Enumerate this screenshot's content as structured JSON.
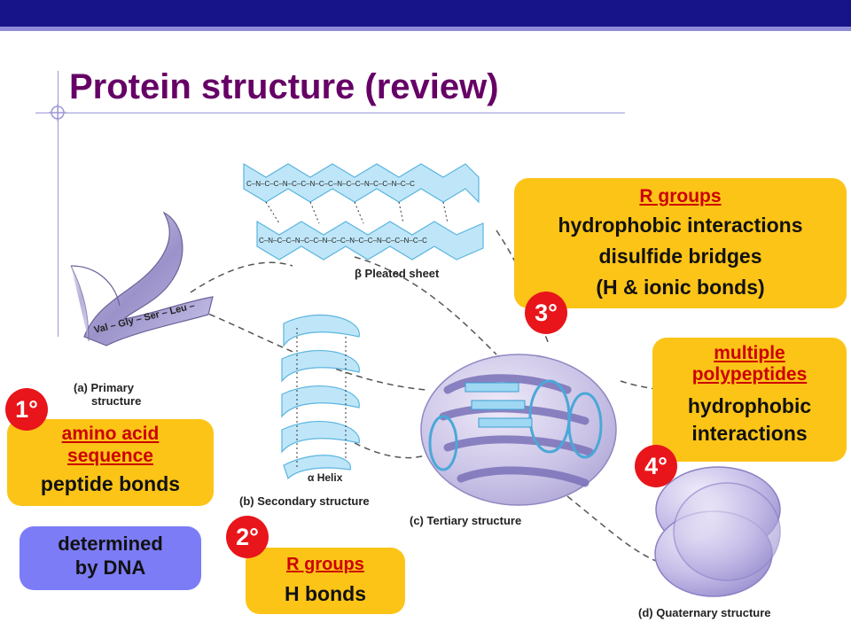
{
  "slide": {
    "title": "Protein structure (review)",
    "accent_color": "#17148a",
    "title_color": "#660066"
  },
  "figure": {
    "primary_label_1": "(a) Primary",
    "primary_label_2": "structure",
    "peptide_chain": "Val – Gly – Ser – Leu –",
    "pleated_label": "β Pleated sheet",
    "helix_label": "α Helix",
    "secondary_label": "(b) Secondary structure",
    "tertiary_label": "(c) Tertiary structure",
    "quaternary_label": "(d) Quaternary structure"
  },
  "callouts": {
    "primary": {
      "badge": "1°",
      "heading_1": "amino acid",
      "heading_2": "sequence",
      "detail": "peptide bonds",
      "color": "#fcc417"
    },
    "dna": {
      "line_1": "determined",
      "line_2": "by DNA",
      "color": "#7c7cf7"
    },
    "secondary": {
      "badge": "2°",
      "heading": "R groups",
      "detail": "H bonds",
      "color": "#fcc417"
    },
    "tertiary": {
      "badge": "3°",
      "heading": "R groups",
      "detail_1": "hydrophobic interactions",
      "detail_2": "disulfide bridges",
      "detail_3": "(H & ionic bonds)",
      "color": "#fcc417"
    },
    "quaternary": {
      "badge": "4°",
      "heading_1": "multiple",
      "heading_2": "polypeptides",
      "detail_1": "hydrophobic",
      "detail_2": "interactions",
      "color": "#fcc417"
    }
  }
}
